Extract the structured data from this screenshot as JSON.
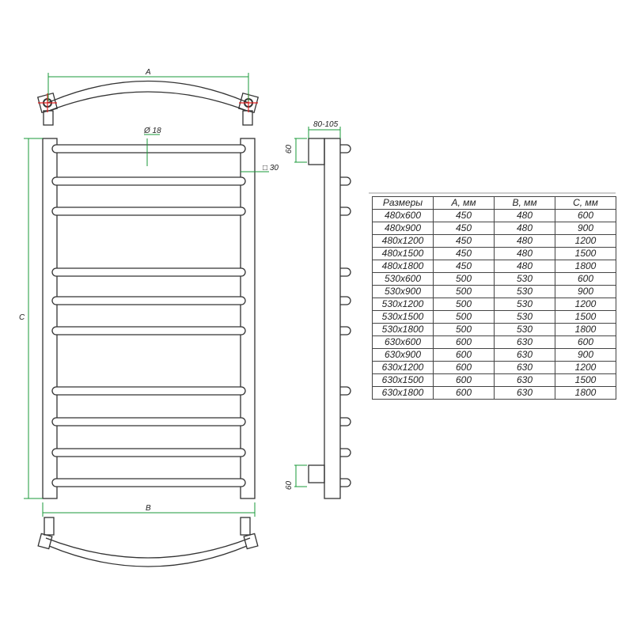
{
  "labels": {
    "a": "A",
    "b": "B",
    "c": "C",
    "diameter": "Ø 18",
    "square": "□ 30",
    "depth": "80-105",
    "bracket_top": "60",
    "bracket_bottom": "60"
  },
  "table": {
    "headers": [
      "Размеры",
      "A, мм",
      "B, мм",
      "C, мм"
    ],
    "rows": [
      [
        "480x600",
        "450",
        "480",
        "600"
      ],
      [
        "480x900",
        "450",
        "480",
        "900"
      ],
      [
        "480x1200",
        "450",
        "480",
        "1200"
      ],
      [
        "480x1500",
        "450",
        "480",
        "1500"
      ],
      [
        "480x1800",
        "450",
        "480",
        "1800"
      ],
      [
        "530x600",
        "500",
        "530",
        "600"
      ],
      [
        "530x900",
        "500",
        "530",
        "900"
      ],
      [
        "530x1200",
        "500",
        "530",
        "1200"
      ],
      [
        "530x1500",
        "500",
        "530",
        "1500"
      ],
      [
        "530x1800",
        "500",
        "530",
        "1800"
      ],
      [
        "630x600",
        "600",
        "630",
        "600"
      ],
      [
        "630x900",
        "600",
        "630",
        "900"
      ],
      [
        "630x1200",
        "600",
        "630",
        "1200"
      ],
      [
        "630x1500",
        "600",
        "630",
        "1500"
      ],
      [
        "630x1800",
        "600",
        "630",
        "1800"
      ]
    ]
  },
  "colors": {
    "dimension": "#1a9a3a",
    "line": "#333333",
    "center_mark": "#e02020"
  }
}
